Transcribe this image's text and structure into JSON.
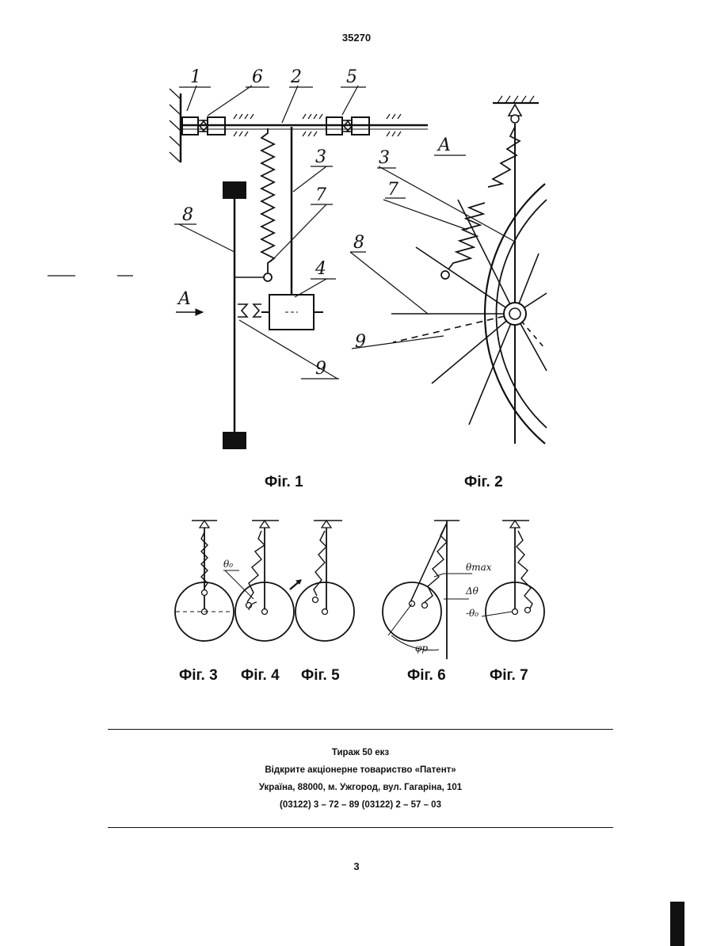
{
  "document": {
    "number": "35270",
    "page_number": "3"
  },
  "figure1": {
    "caption": "Фіг. 1",
    "labels": {
      "l1": "1",
      "l2": "2",
      "l3": "3",
      "l4": "4",
      "l5": "5",
      "l6": "6",
      "l7": "7",
      "l8": "8",
      "l9": "9",
      "arrow": "A"
    }
  },
  "figure2": {
    "caption": "Фіг. 2",
    "labels": {
      "view": "A",
      "l3": "3",
      "l7": "7",
      "l8": "8",
      "l9": "9"
    }
  },
  "small_figures": {
    "fig3": "Фіг. 3",
    "fig4": "Фіг. 4",
    "fig5": "Фіг. 5",
    "fig6": "Фіг. 6",
    "fig7": "Фіг. 7",
    "theta0": "θ₀",
    "theta_max": "θmax",
    "delta_theta": "Δθ",
    "minus_theta0": "-θ₀",
    "phi_p": "φp"
  },
  "footer": {
    "line1": "Тираж 50 екз",
    "line2": "Відкрите акціонерне товариство «Патент»",
    "line3": "Україна, 88000, м. Ужгород, вул. Гагаріна, 101",
    "line4": "(03122) 3 – 72 – 89  (03122) 2 – 57 – 03"
  }
}
